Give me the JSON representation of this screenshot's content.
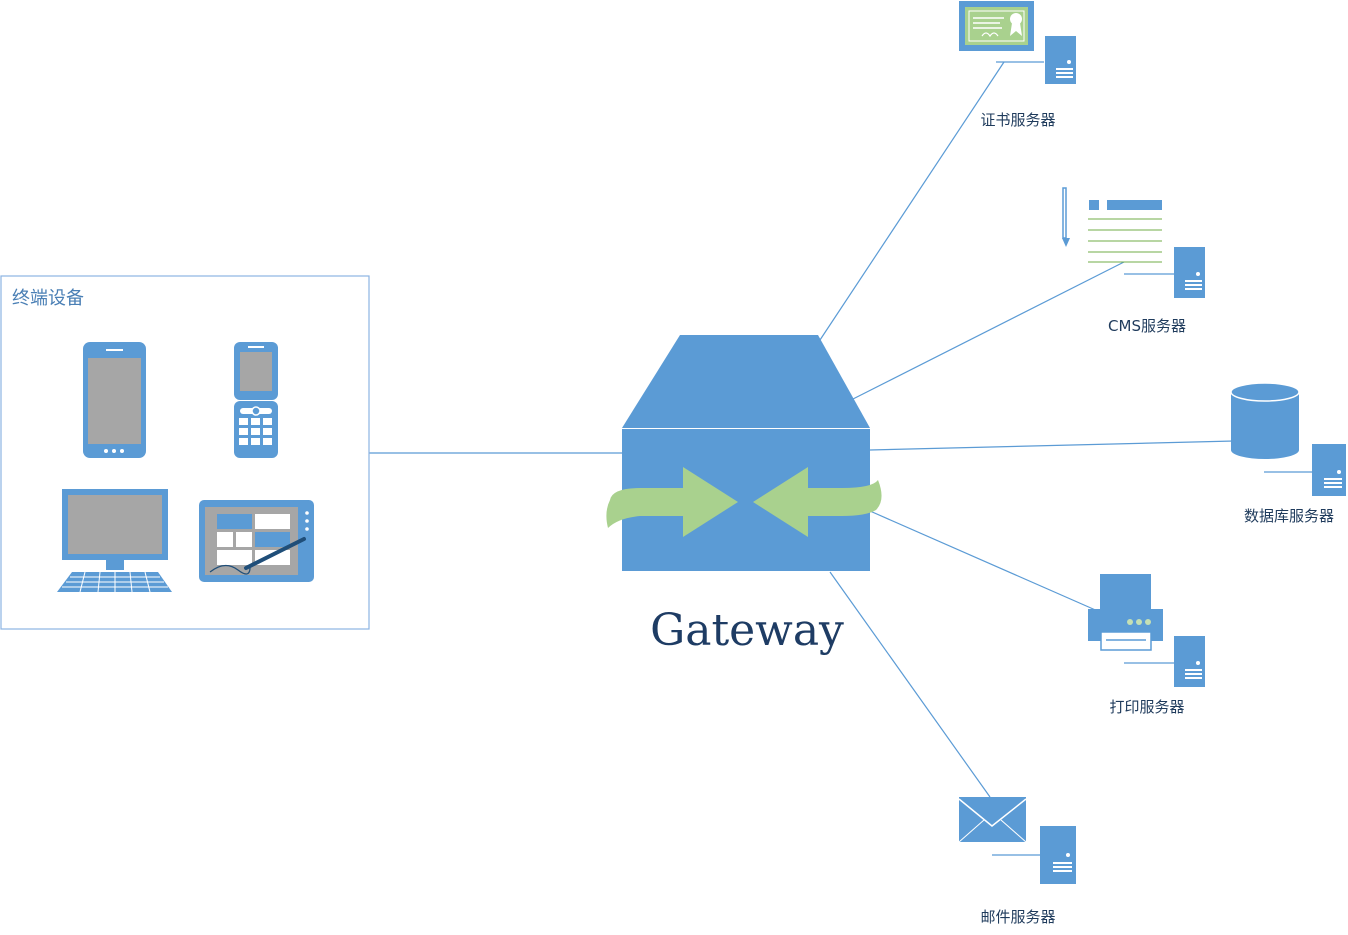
{
  "terminal_group": {
    "label": "终端设备"
  },
  "gateway": {
    "label": "Gateway"
  },
  "servers": [
    {
      "id": "cert",
      "label": "证书服务器"
    },
    {
      "id": "cms",
      "label": "CMS服务器"
    },
    {
      "id": "db",
      "label": "数据库服务器"
    },
    {
      "id": "print",
      "label": "打印服务器"
    },
    {
      "id": "mail",
      "label": "邮件服务器"
    }
  ],
  "colors": {
    "primary": "#5b9bd5",
    "accent_green": "#a9d18e",
    "screen_gray": "#a6a6a6",
    "label_text": "#1f3b5c"
  }
}
